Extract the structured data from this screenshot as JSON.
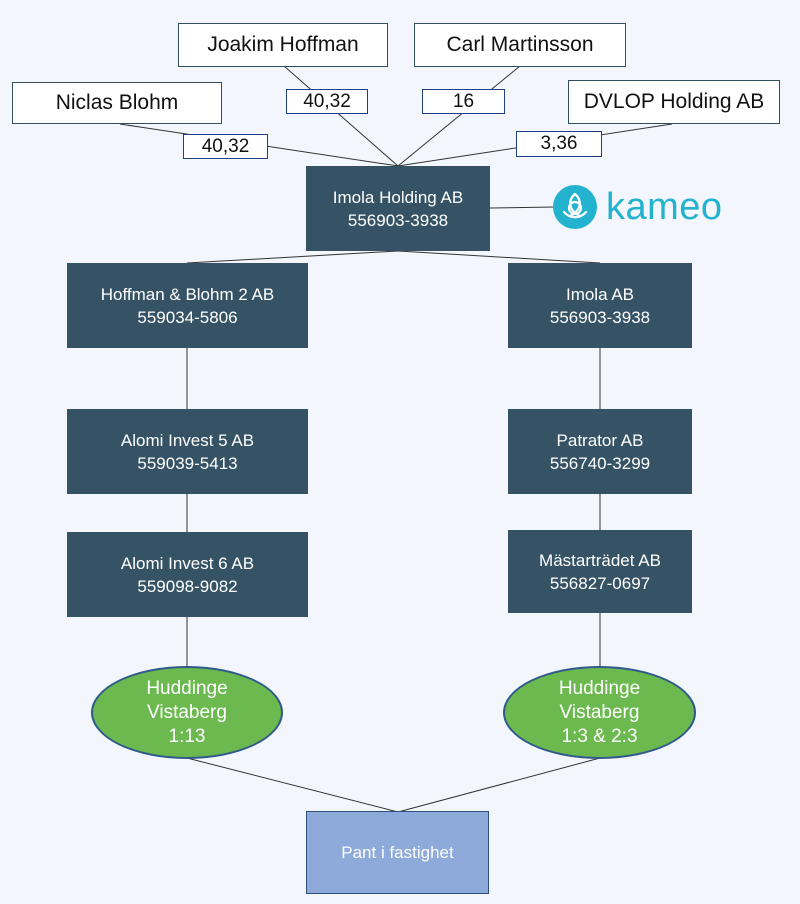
{
  "owners": [
    {
      "id": "joakim",
      "name": "Joakim Hoffman",
      "share": "40,32"
    },
    {
      "id": "carl",
      "name": "Carl Martinsson",
      "share": "16"
    },
    {
      "id": "niclas",
      "name": "Niclas Blohm",
      "share": "40,32"
    },
    {
      "id": "dvlop",
      "name": "DVLOP Holding AB",
      "share": "3,36"
    }
  ],
  "holding": {
    "name": "Imola Holding AB",
    "org_no": "556903-3938"
  },
  "logo": {
    "text": "kameo",
    "icon": "kameo-knot-icon",
    "color": "#23b3cf"
  },
  "left_chain": [
    {
      "name": "Hoffman & Blohm 2 AB",
      "org_no": "559034-5806"
    },
    {
      "name": "Alomi Invest 5 AB",
      "org_no": "559039-5413"
    },
    {
      "name": "Alomi Invest 6 AB",
      "org_no": "559098-9082"
    }
  ],
  "right_chain": [
    {
      "name": "Imola AB",
      "org_no": "556903-3938"
    },
    {
      "name": "Patrator AB",
      "org_no": "556740-3299"
    },
    {
      "name": "Mästarträdet AB",
      "org_no": "556827-0697"
    }
  ],
  "properties": [
    {
      "line1": "Huddinge",
      "line2": "Vistaberg",
      "line3": "1:13"
    },
    {
      "line1": "Huddinge",
      "line2": "Vistaberg",
      "line3": "1:3 & 2:3"
    }
  ],
  "pledge": {
    "label": "Pant i fastighet"
  },
  "colors": {
    "company_box": "#355364",
    "property_fill": "#6cb94f",
    "pledge_fill": "#8eaadb",
    "background": "#f3f6fc"
  }
}
